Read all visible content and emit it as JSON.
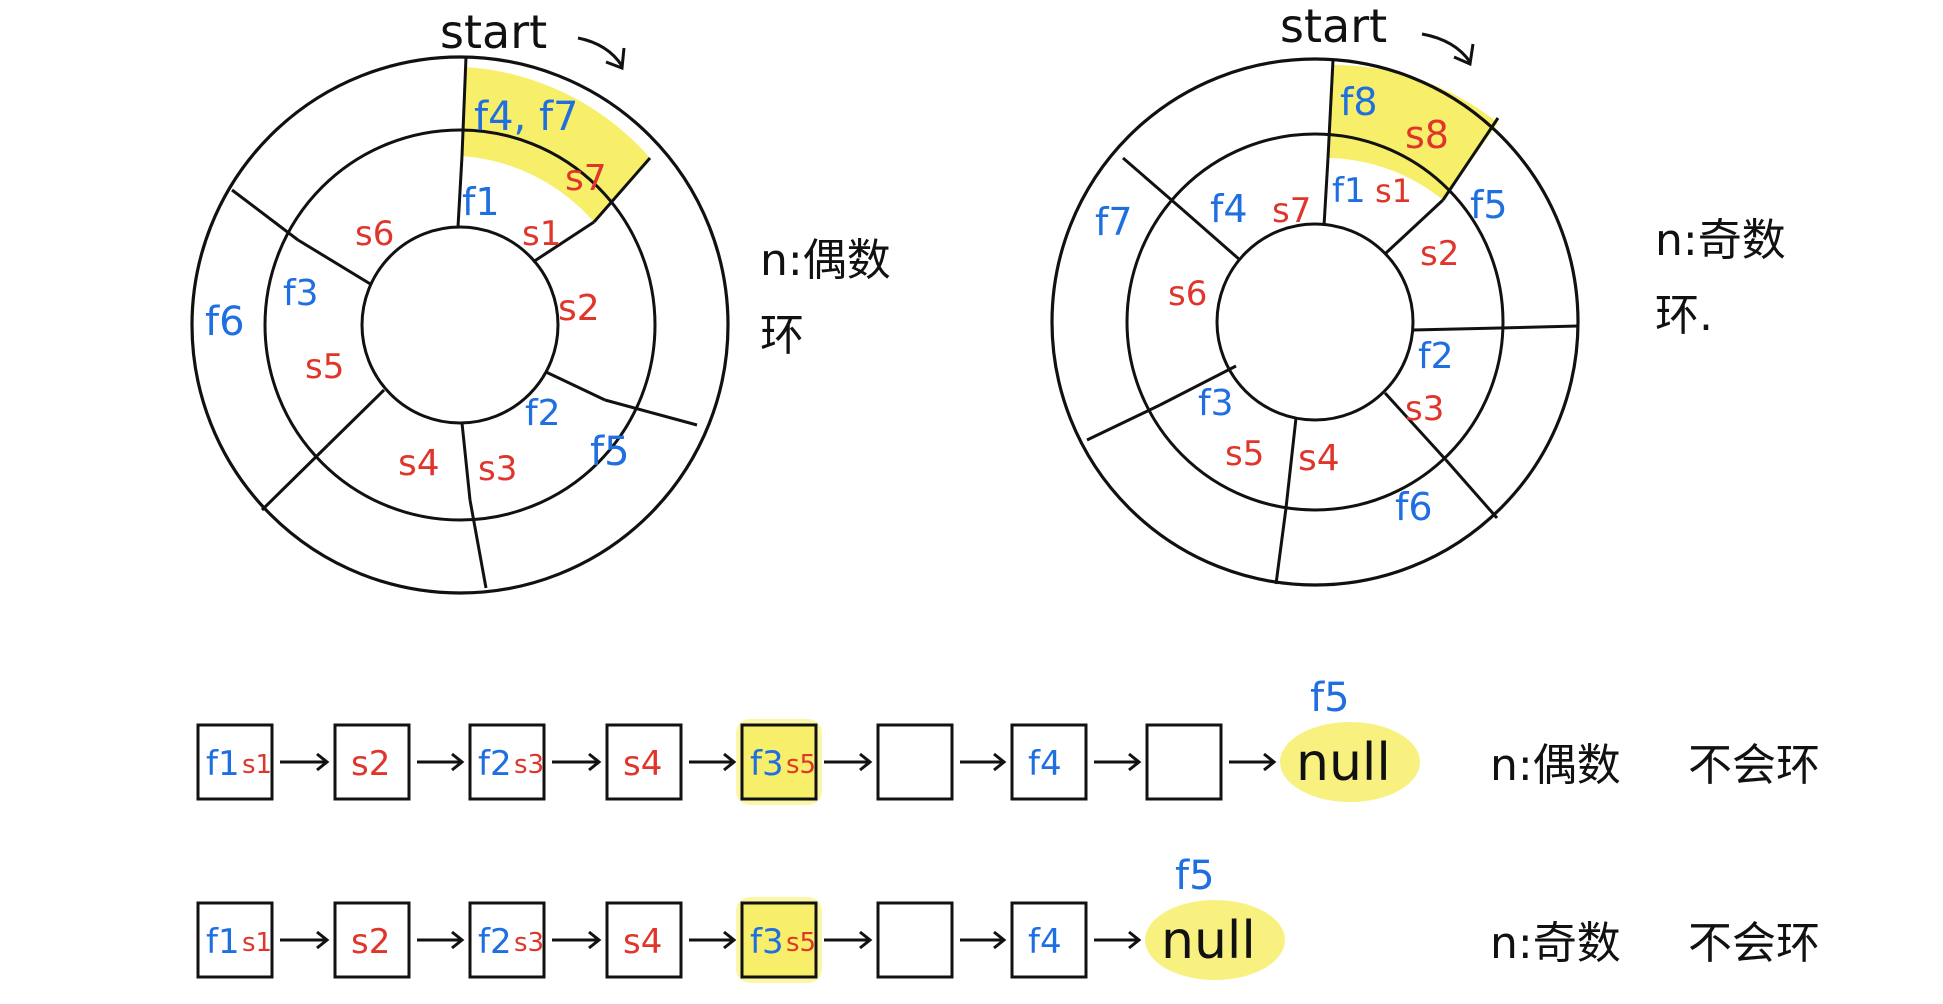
{
  "colors": {
    "ink": "#111111",
    "blue": "#1f6fe0",
    "red": "#e0352b",
    "highlight": "#f7ef6a",
    "highlight_glow": "#fbf7a6"
  },
  "even_ring": {
    "start_label": "start",
    "caption_line1": "n:偶数",
    "caption_line2": "环",
    "outer_labels": [
      "f4, f7",
      "s7",
      "f5",
      "f6"
    ],
    "inner_labels": [
      "f1",
      "s1",
      "s2",
      "f2",
      "s3",
      "s4",
      "s5",
      "f3",
      "s6"
    ]
  },
  "odd_ring": {
    "start_label": "start",
    "caption_line1": "n:奇数",
    "caption_line2": "环.",
    "outer_labels": [
      "f8",
      "s8",
      "f5",
      "f6",
      "f7"
    ],
    "inner_labels": [
      "f1",
      "s1",
      "s2",
      "f2",
      "s3",
      "s4",
      "s5",
      "f3",
      "s6",
      "f4",
      "s7"
    ]
  },
  "lists": {
    "even": {
      "nodes": [
        [
          "f1",
          "s1"
        ],
        [
          "s2"
        ],
        [
          "f2",
          "s3"
        ],
        [
          "s4"
        ],
        [
          "f3",
          "s5"
        ],
        [],
        [
          "f4"
        ],
        []
      ],
      "null_label": "null",
      "null_top_label": "f5",
      "caption_left": "n:偶数",
      "caption_right": "不会环"
    },
    "odd": {
      "nodes": [
        [
          "f1",
          "s1"
        ],
        [
          "s2"
        ],
        [
          "f2",
          "s3"
        ],
        [
          "s4"
        ],
        [
          "f3",
          "s5"
        ],
        [],
        [
          "f4"
        ]
      ],
      "null_label": "null",
      "null_top_label": "f5",
      "caption_left": "n:奇数",
      "caption_right": "不会环"
    }
  }
}
